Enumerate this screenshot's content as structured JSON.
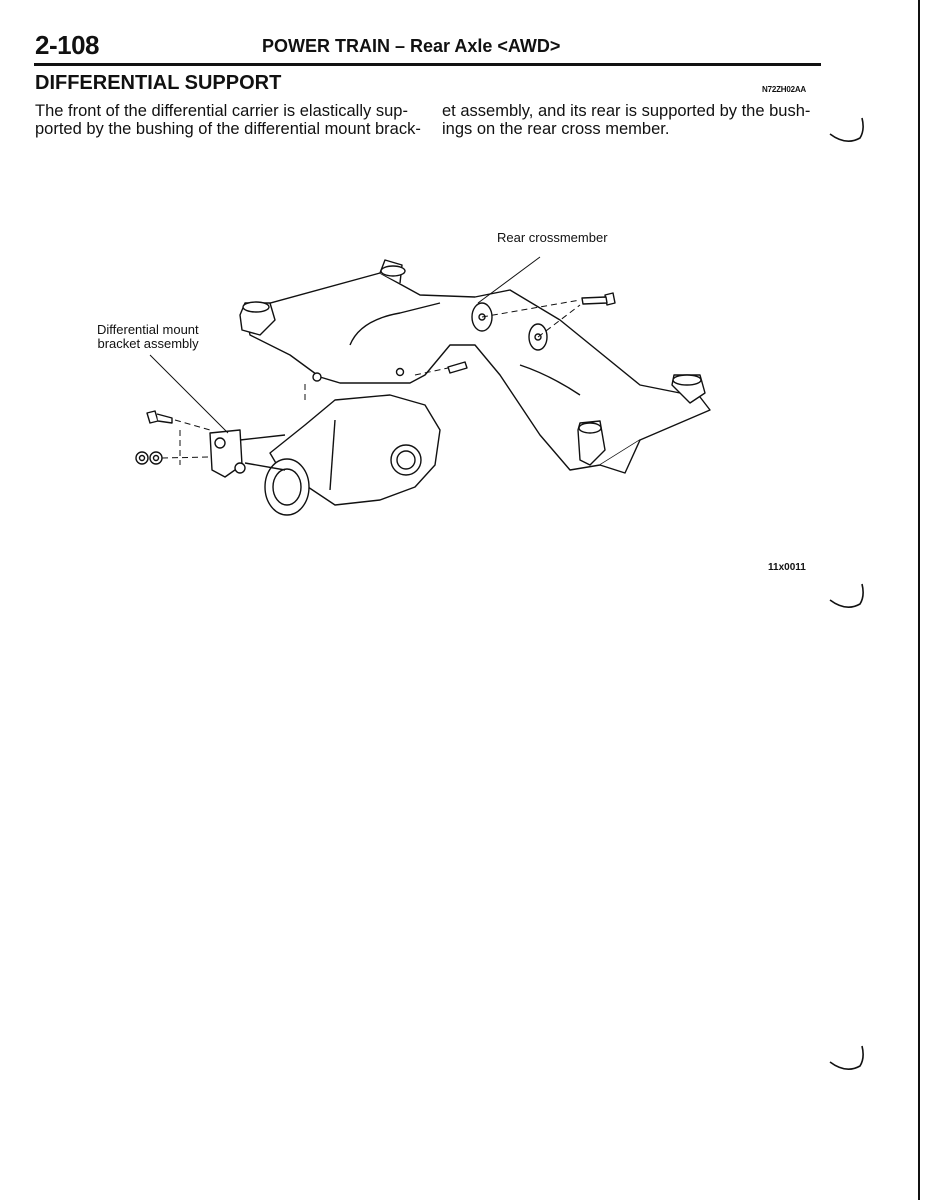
{
  "header": {
    "page_number": "2-108",
    "title": "POWER TRAIN – Rear Axle <AWD>"
  },
  "section": {
    "title": "DIFFERENTIAL SUPPORT",
    "code": "N72ZH02AA"
  },
  "body": {
    "left_lines": [
      "The front of the differential carrier is elastically sup-",
      "ported by the bushing of the differential mount brack-"
    ],
    "right_lines": [
      "et assembly, and its rear is supported by the bush-",
      "ings on the rear cross member."
    ]
  },
  "figure": {
    "label_rear_crossmember": "Rear crossmember",
    "label_diff_mount_line1": "Differential mount",
    "label_diff_mount_line2": "bracket assembly",
    "figure_code": "11x0011"
  }
}
